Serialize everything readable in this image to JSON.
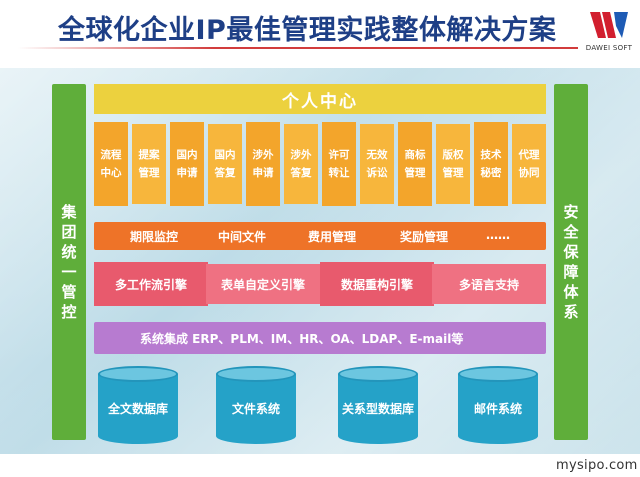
{
  "header": {
    "title": "全球化企业IP最佳管理实践整体解决方案",
    "logo_text": "DAWEI SOFT",
    "colors": {
      "title": "#1e3f86",
      "accent_line": "#d23c3c",
      "logo_red": "#d21f2f",
      "logo_blue": "#1e5bb5"
    }
  },
  "left_sidebar": {
    "label": "集团统一管控",
    "color": "#5fae3a"
  },
  "right_sidebar": {
    "label": "安全保障体系",
    "color": "#5fae3a"
  },
  "personal_center": {
    "label": "个人中心",
    "color": "#ecd13e"
  },
  "modules": [
    {
      "label": "流程中心"
    },
    {
      "label": "提案管理"
    },
    {
      "label": "国内申请"
    },
    {
      "label": "国内答复"
    },
    {
      "label": "涉外申请"
    },
    {
      "label": "涉外答复"
    },
    {
      "label": "许可转让"
    },
    {
      "label": "无效诉讼"
    },
    {
      "label": "商标管理"
    },
    {
      "label": "版权管理"
    },
    {
      "label": "技术秘密"
    },
    {
      "label": "代理协同"
    }
  ],
  "services": {
    "items": [
      "期限监控",
      "中间文件",
      "费用管理",
      "奖励管理",
      "……"
    ],
    "color": "#ee7328"
  },
  "engines": {
    "items": [
      "多工作流引擎",
      "表单自定义引擎",
      "数据重构引擎",
      "多语言支持"
    ],
    "color": "#e85a6d"
  },
  "integration": {
    "label": "系统集成 ERP、PLM、IM、HR、OA、LDAP、E-mail等",
    "color": "#b77bd0"
  },
  "storage": {
    "items": [
      "全文数据库",
      "文件系统",
      "关系型数据库",
      "邮件系统"
    ],
    "color": "#25a2c8"
  },
  "watermark": "mysipo.com"
}
